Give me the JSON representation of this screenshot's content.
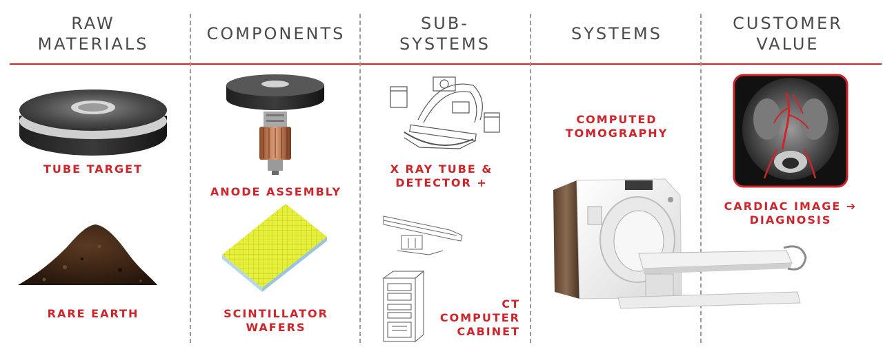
{
  "columns": [
    {
      "header": "RAW\nMATERIALS"
    },
    {
      "header": "COMPONENTS"
    },
    {
      "header": "SUB-\nSYSTEMS"
    },
    {
      "header": "SYSTEMS"
    },
    {
      "header": "CUSTOMER\nVALUE"
    }
  ],
  "items": {
    "tube_target": "TUBE TARGET",
    "rare_earth": "RARE EARTH",
    "anode_assembly": "ANODE ASSEMBLY",
    "scintillator_wafers": "SCINTILLATOR\nWAFERS",
    "xray_tube_detector": "X RAY TUBE &\nDETECTOR +",
    "ct_computer_cabinet": "CT\nCOMPUTER\nCABINET",
    "computed_tomography": "COMPUTED\nTOMOGRAPHY",
    "cardiac_image": "CARDIAC IMAGE ➔\nDIAGNOSIS"
  },
  "colors": {
    "accent": "#d0242b",
    "header_text": "#4a4a4a",
    "divider": "#9a9a9a"
  }
}
